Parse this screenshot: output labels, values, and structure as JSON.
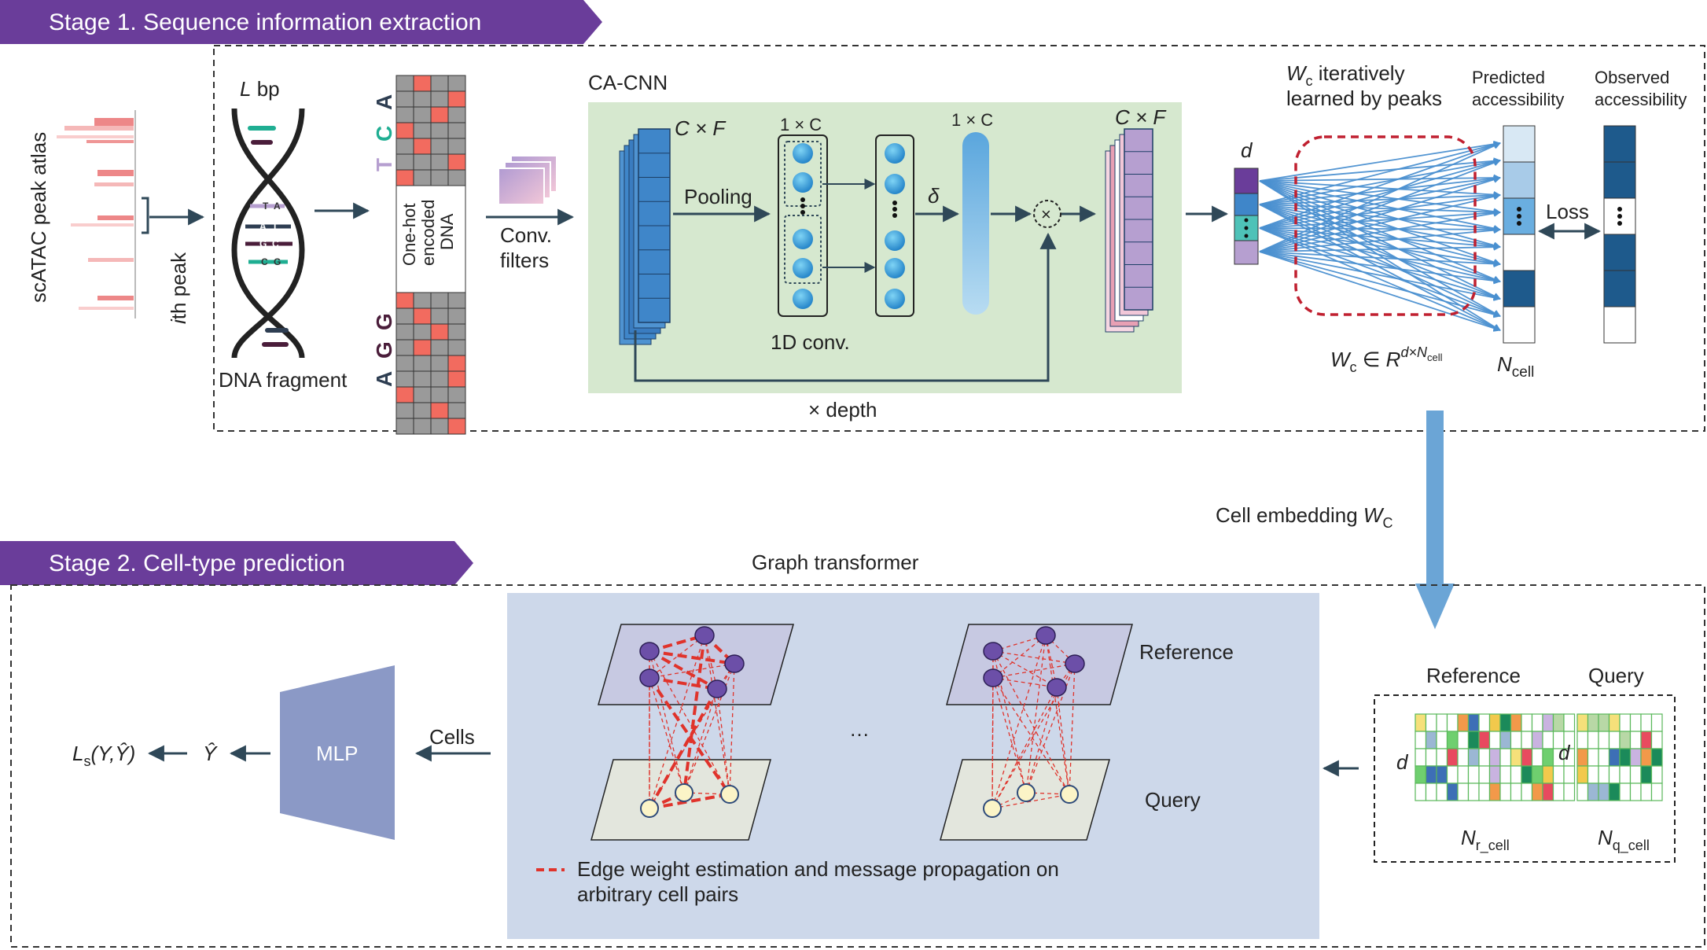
{
  "stage1": {
    "banner": "Stage 1. Sequence information extraction",
    "atlas_label": "scATAC peak atlas",
    "peak_label_i": "i",
    "peak_label_rest": "th peak",
    "lbp_l": "L",
    "lbp_rest": " bp",
    "dna_fragment": "DNA fragment",
    "onehot_line1": "One-hot",
    "onehot_line2": "encoded",
    "onehot_line3": "DNA",
    "bases_top": [
      "T",
      "C",
      "A"
    ],
    "bases_bottom": [
      "A",
      "G",
      "G"
    ],
    "dna_pairs": [
      [
        "T",
        "A"
      ],
      [
        "A",
        "T"
      ],
      [
        "G",
        "C"
      ],
      [
        "C",
        "G"
      ]
    ],
    "conv_line1": "Conv.",
    "conv_line2": "filters",
    "cacnn_title": "CA-CNN",
    "cxf_left": "C × F",
    "pooling": "Pooling",
    "onec_left": "1 × C",
    "onec_right": "1 × C",
    "conv1d": "1D conv.",
    "delta": "δ",
    "times": "×",
    "cxf_right": "C × F",
    "depth": "× depth",
    "d_label": "d",
    "wc_line1_w": "W",
    "wc_line1_sub": "c",
    "wc_line1_rest": " iteratively",
    "wc_line2": "learned by peaks",
    "wc_formula_w": "W",
    "wc_formula_sub": "c",
    "wc_formula_in": " ∈ ",
    "wc_formula_r": "R",
    "wc_formula_sup": "d×N",
    "wc_formula_supsub": "cell",
    "predicted_line1": "Predicted",
    "predicted_line2": "accessibility",
    "observed_line1": "Observed",
    "observed_line2": "accessibility",
    "loss": "Loss",
    "ncell_n": "N",
    "ncell_sub": "cell"
  },
  "connector": {
    "cell_embedding": "Cell embedding ",
    "cell_embedding_w": "W",
    "cell_embedding_sub": "C"
  },
  "stage2": {
    "banner": "Stage 2. Cell-type prediction",
    "graph_transformer": "Graph transformer",
    "reference_plane": "Reference",
    "query_plane": "Query",
    "ellipsis": "…",
    "legend_line1": "Edge weight estimation  and message propagation on",
    "legend_line2": "arbitrary cell pairs",
    "reference_matrix": "Reference",
    "query_matrix": "Query",
    "d_ref": "d",
    "d_query": "d",
    "nr_n": "N",
    "nr_sub": "r_cell",
    "nq_n": "N",
    "nq_sub": "q_cell",
    "cells": "Cells",
    "mlp": "MLP",
    "yhat": "Ŷ",
    "loss_l": "L",
    "loss_sub": "s",
    "loss_args": "(Y,Ŷ)"
  },
  "colors": {
    "banner": "#6a3d9a",
    "cnn_panel": "#d6e8cf",
    "graph_panel": "#cdd8ea",
    "conv_blue": "#3f86c9",
    "lavender": "#b69fd0",
    "pink_peak": "#e8696a",
    "edge_red": "#e0332b",
    "arrow": "#2f4858",
    "mlp": "#8b99c6",
    "ref_node": "#6c4fa8",
    "query_node": "#fbf4c7",
    "embed_arrow": "#6ba5d6"
  }
}
